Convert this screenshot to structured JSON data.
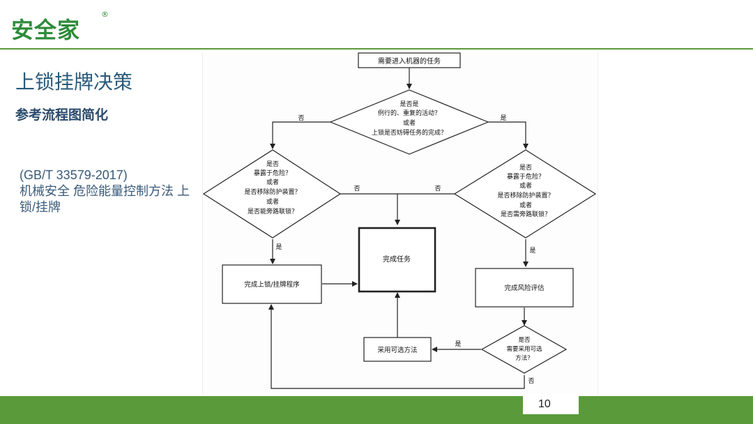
{
  "brand": {
    "logo_text": "安全家",
    "registered": "®"
  },
  "slide": {
    "title": "上锁挂牌决策",
    "subtitle": "参考流程图简化",
    "standard_line1": "(GB/T 33579-2017)",
    "standard_line2": "机械安全 危险能量控制方法 上锁/挂牌",
    "page_number": "10"
  },
  "flowchart": {
    "start": "需要进入机器的任务",
    "decision1": [
      "是否是",
      "例行的、重复的活动？",
      "或者",
      "上锁是否妨碍任务的完成？"
    ],
    "decision_left": [
      "是否",
      "暴露于危险？",
      "或者",
      "是否移除防护装置？",
      "或者",
      "是否能旁路联锁？"
    ],
    "decision_right": [
      "是否",
      "暴露于危险？",
      "或者",
      "是否移除防护装置？",
      "或者",
      "是否需旁路联锁？"
    ],
    "loto_box": "完成上锁/挂牌程序",
    "complete_box": "完成任务",
    "risk_box": "完成风险评估",
    "alt_box": "采用可选方法",
    "decision_alt": [
      "是否",
      "需要采用可选",
      "方法？"
    ],
    "labels": {
      "d1_no": "否",
      "d1_yes": "是",
      "dl_no": "否",
      "dr_no": "否",
      "dl_yes": "是",
      "dr_yes": "是",
      "alt_yes": "是",
      "alt_no": "否"
    }
  }
}
